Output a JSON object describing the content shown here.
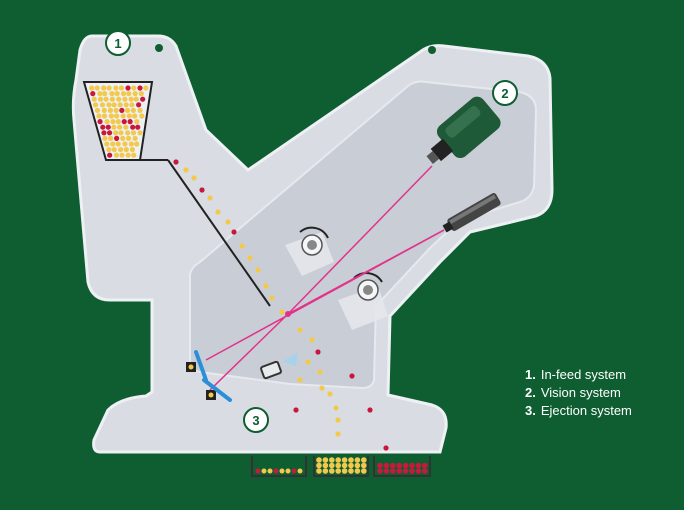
{
  "colors": {
    "background": "#0e5e32",
    "machine_body": "#d9dde3",
    "machine_edge": "#eef1f4",
    "inner_panel": "#c9ced6",
    "laser": "#e0338a",
    "camera_body": "#1f5a38",
    "good_product": "#f2c94c",
    "reject_product": "#c8183c",
    "ejector": "#2a8fd6",
    "marker_ring": "#0e5e32"
  },
  "markers": [
    {
      "number": "1"
    },
    {
      "number": "2"
    },
    {
      "number": "3"
    }
  ],
  "legend": [
    {
      "number": "1.",
      "label": "In-feed system"
    },
    {
      "number": "2.",
      "label": "Vision system"
    },
    {
      "number": "3.",
      "label": "Ejection system"
    }
  ],
  "icons": {
    "hopper": "hopper-icon",
    "camera": "camera-icon",
    "laser_emitter": "laser-emitter-icon",
    "mirror_drums": "mirror-drum-icon",
    "ejector_nozzle": "air-ejector-icon",
    "bins": "collection-bin-icon"
  }
}
